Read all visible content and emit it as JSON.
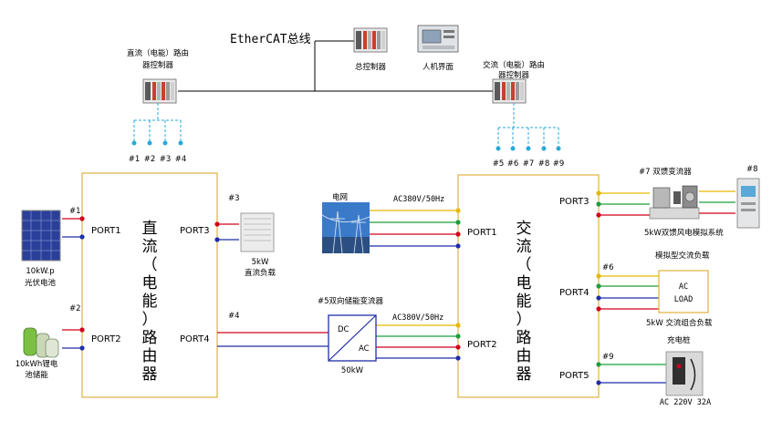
{
  "bus_label": "EtherCAT总线",
  "controllers": {
    "main": "总控制器",
    "hmi": "人机界面",
    "dc_router_ctrl": [
      "直流（电能）路由",
      "器控制器"
    ],
    "ac_router_ctrl": [
      "交流（电能）路由",
      "器控制器"
    ]
  },
  "dc_taps": [
    "#1",
    "#2",
    "#3",
    "#4"
  ],
  "ac_taps": [
    "#5",
    "#6",
    "#7",
    "#8",
    "#9"
  ],
  "dc_router": {
    "title": [
      "直",
      "流",
      "（",
      "电",
      "能",
      "）",
      "路",
      "由",
      "器"
    ],
    "ports": {
      "p1": "PORT1",
      "p2": "PORT2",
      "p3": "PORT3",
      "p4": "PORT4"
    }
  },
  "ac_router": {
    "title": [
      "交",
      "流",
      "（",
      "电",
      "能",
      "）",
      "路",
      "由",
      "器"
    ],
    "ports": {
      "p1": "PORT1",
      "p2": "PORT2",
      "p3": "PORT3",
      "p4": "PORT4",
      "p5": "PORT5"
    }
  },
  "line_tags": {
    "t1": "#1",
    "t2": "#2",
    "t3": "#3",
    "t4": "#4",
    "t6": "#6",
    "t7": "#7 双馈变流器",
    "t8": "#8",
    "t9": "#9"
  },
  "pv": [
    "10kW.p",
    "光伏电池"
  ],
  "battery": [
    "10kWh锂电",
    "池储能"
  ],
  "dc_load": [
    "5kW",
    "直流负载"
  ],
  "grid": {
    "label": "电网",
    "voltage": "AC380V/50Hz"
  },
  "converter": {
    "title": "#5双向储能变流器",
    "dc": "DC",
    "ac": "AC",
    "power": "50kW",
    "voltage": "AC380V/50Hz"
  },
  "wind": {
    "system": "5kW双馈风电模拟系统",
    "subtitle": "模拟型交流负载"
  },
  "ac_load": {
    "line1": "AC",
    "line2": "LOAD",
    "caption": "5kW 交流组合负载",
    "station": "充电桩"
  },
  "charger": "AC 220V 32A",
  "colors": {
    "red": "#d0021b",
    "blue": "#1f2fa8",
    "green": "#1e9e3a",
    "yellow": "#e6b800",
    "cyan": "#29a9d8"
  }
}
